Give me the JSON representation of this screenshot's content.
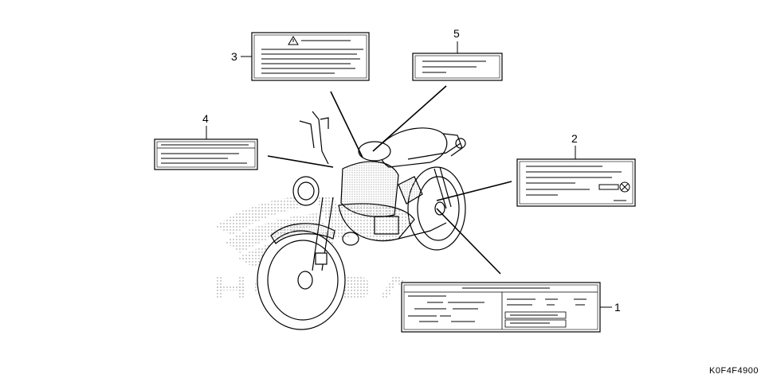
{
  "diagram": {
    "part_code": "K0F4F4900",
    "callouts": [
      {
        "id": "1",
        "label": "1"
      },
      {
        "id": "2",
        "label": "2"
      },
      {
        "id": "3",
        "label": "3"
      },
      {
        "id": "4",
        "label": "4"
      },
      {
        "id": "5",
        "label": "5"
      }
    ],
    "watermark": {
      "text": "HONDA",
      "icon": "honda-wing-logo"
    },
    "warning_icon": "warning-triangle-icon",
    "tire_icon": "tire-pressure-icon"
  }
}
